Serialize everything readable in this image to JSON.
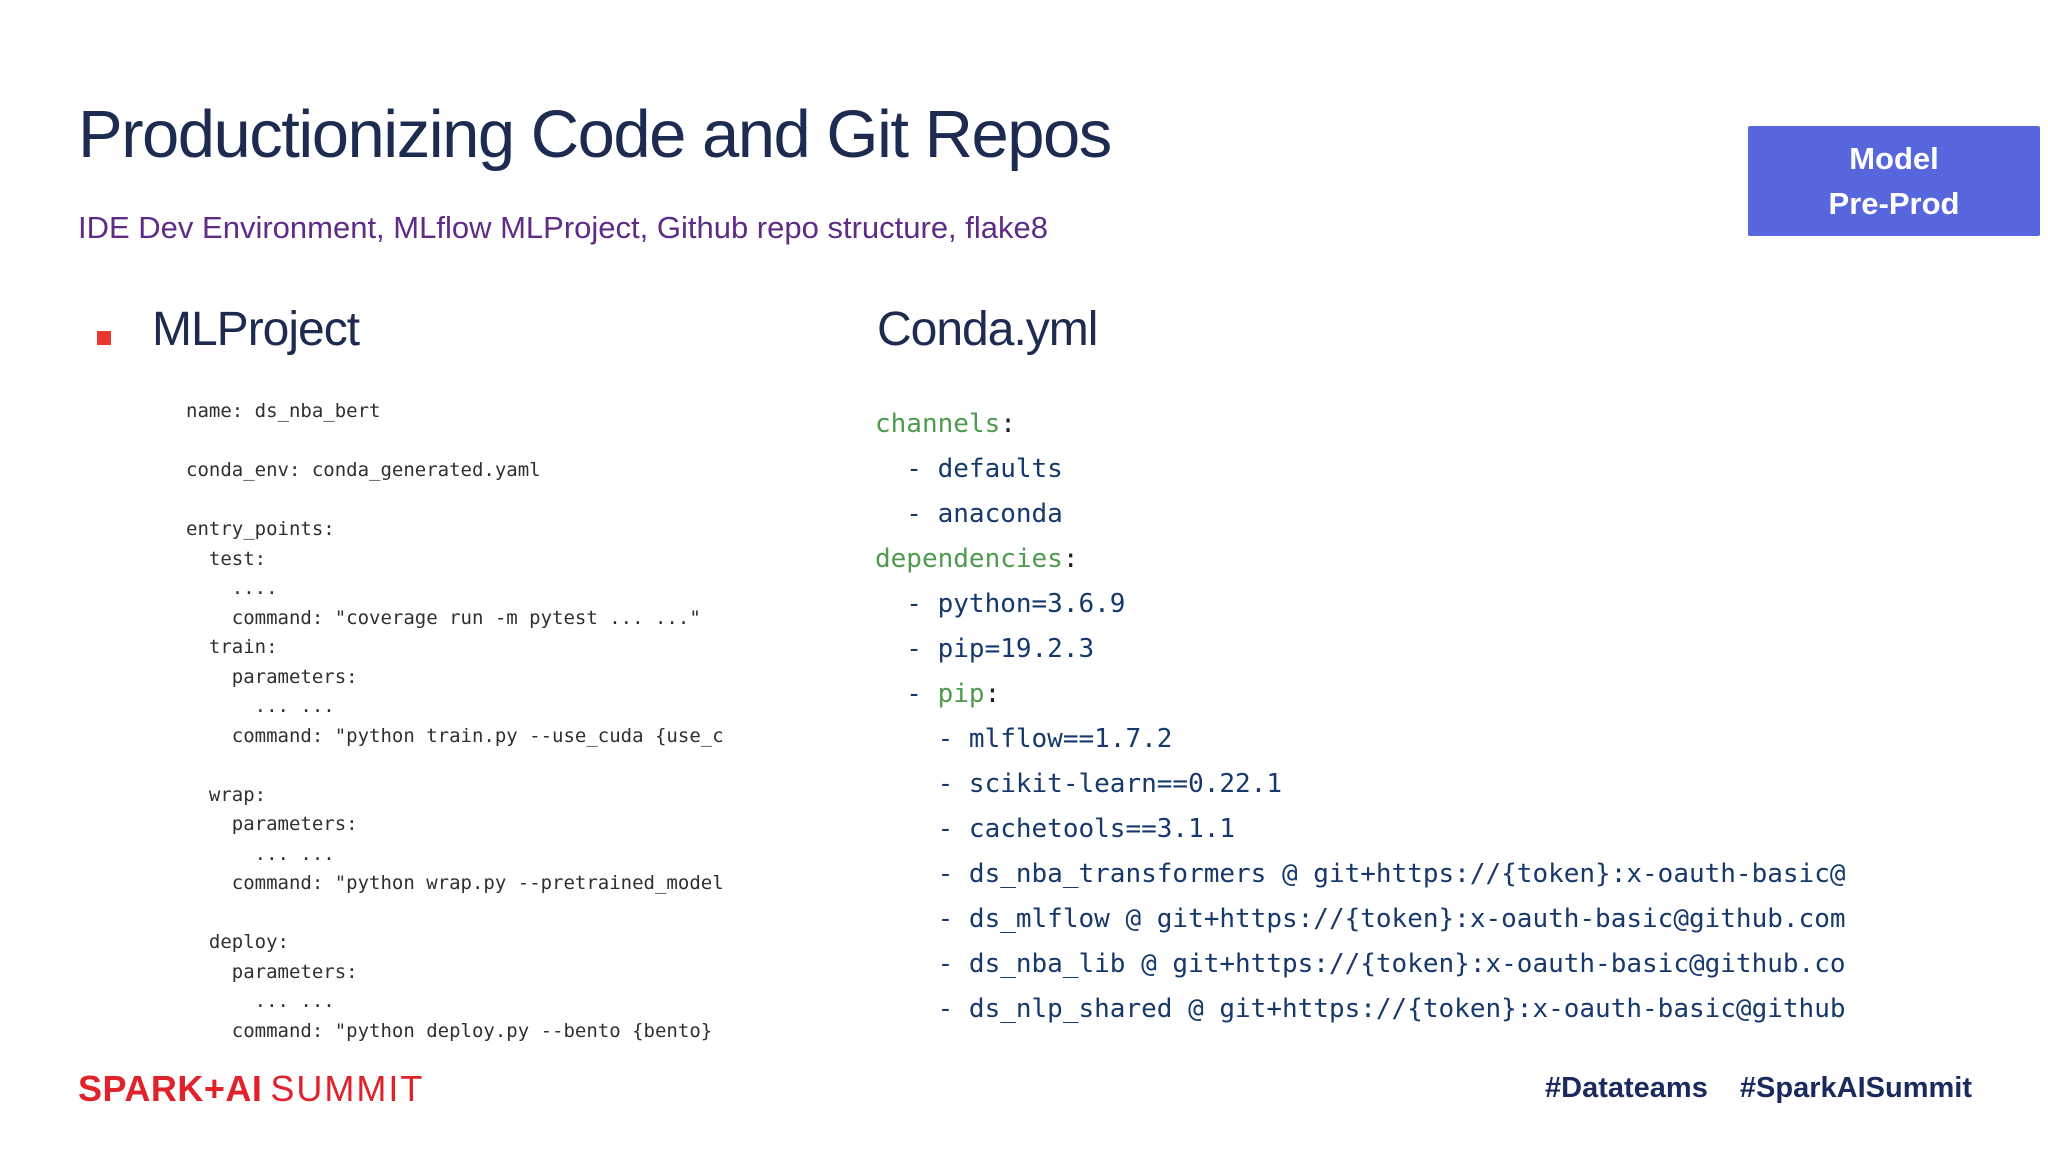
{
  "slide": {
    "title": "Productionizing Code and Git Repos",
    "subtitle": "IDE Dev Environment, MLflow MLProject, Github repo structure, flake8"
  },
  "badge": {
    "lines": [
      "Model",
      "Pre-Prod"
    ],
    "bg_color": "#5866DE",
    "text_color": "#FFFFFF"
  },
  "mlproject": {
    "heading": "MLProject",
    "bullet_color": "#E8382D",
    "code_text_color": "#2F2F2F",
    "code_lines": [
      "name: ds_nba_bert",
      "",
      "conda_env: conda_generated.yaml",
      "",
      "entry_points:",
      "  test:",
      "    ....",
      "    command: \"coverage run -m pytest ... ...\"",
      "  train:",
      "    parameters:",
      "      ... ...",
      "    command: \"python train.py --use_cuda {use_c",
      "",
      "  wrap:",
      "    parameters:",
      "      ... ...",
      "    command: \"python wrap.py --pretrained_model",
      "",
      "  deploy:",
      "    parameters:",
      "      ... ...",
      "    command: \"python deploy.py --bento {bento}"
    ]
  },
  "conda": {
    "heading": "Conda.yml",
    "key_color": "#4F9A4F",
    "value_color": "#17386B",
    "punct_color": "#1E1E1E",
    "code_lines": [
      {
        "pre": "",
        "key": "channels",
        "post": ":"
      },
      {
        "pre": "  - defaults"
      },
      {
        "pre": "  - anaconda"
      },
      {
        "pre": "",
        "key": "dependencies",
        "post": ":"
      },
      {
        "pre": "  - python=3.6.9"
      },
      {
        "pre": "  - pip=19.2.3"
      },
      {
        "pre": "  - ",
        "key": "pip",
        "post": ":"
      },
      {
        "pre": "    - mlflow==1.7.2"
      },
      {
        "pre": "    - scikit-learn==0.22.1"
      },
      {
        "pre": "    - cachetools==3.1.1"
      },
      {
        "pre": "    - ds_nba_transformers @ git+https://{token}:x-oauth-basic@"
      },
      {
        "pre": "    - ds_mlflow @ git+https://{token}:x-oauth-basic@github.com"
      },
      {
        "pre": "    - ds_nba_lib @ git+https://{token}:x-oauth-basic@github.co"
      },
      {
        "pre": "    - ds_nlp_shared @ git+https://{token}:x-oauth-basic@github"
      }
    ]
  },
  "footer": {
    "logo_primary": "SPARK+AI",
    "logo_secondary": "SUMMIT",
    "hashtags": [
      "#Datateams",
      "#SparkAISummit"
    ]
  },
  "colors": {
    "title": "#1C2B4F",
    "subtitle": "#5E2B86",
    "heading": "#1C2B4F",
    "logo_red": "#E0222A",
    "hashtag_navy": "#1B2A5C"
  }
}
